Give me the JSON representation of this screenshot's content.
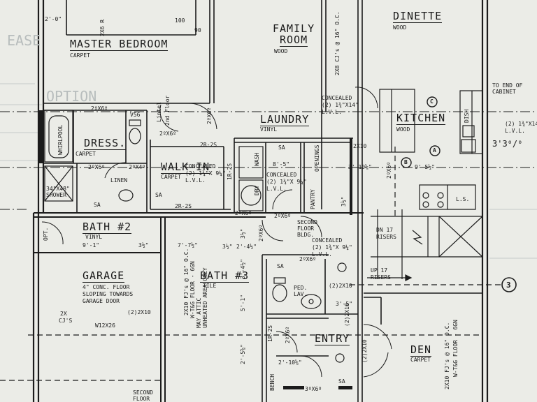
{
  "rooms": {
    "master_bedroom": {
      "name": "MASTER BEDROOM",
      "floor": "CARPET"
    },
    "family_room": {
      "name_line1": "FAMILY",
      "name_line2": "ROOM",
      "floor": "WOOD"
    },
    "dinette": {
      "name": "DINETTE",
      "floor": "WOOD"
    },
    "kitchen": {
      "name": "KITCHEN",
      "floor": "WOOD"
    },
    "laundry": {
      "name": "LAUNDRY",
      "floor": "VINYL"
    },
    "dress": {
      "name": "DRESS.",
      "floor": "CARPET"
    },
    "walk_in": {
      "name": "WALK-IN",
      "floor": "CARPET"
    },
    "bath2": {
      "name": "BATH",
      "number": "#2",
      "floor": "VINYL"
    },
    "bath3": {
      "name": "BATH",
      "number": "#3",
      "floor": "TILE"
    },
    "garage": {
      "name": "GARAGE",
      "line1": "4\" CONC. FLOOR",
      "line2": "SLOPING TOWARDS",
      "line3": "GARAGE DOOR"
    },
    "entry": {
      "name": "ENTRY"
    },
    "den": {
      "name": "DEN",
      "floor": "CARPET"
    }
  },
  "notes": {
    "concealed_walkin": [
      "CONCEALED",
      "(2) 1¾\"X 9¼\"",
      "L.V.L."
    ],
    "concealed_laundry": [
      "CONCEALED",
      "(2) 1¾\"X 9¼\"",
      "L.V.L."
    ],
    "concealed_family": [
      "CONCEALED",
      "(2) 1¾\"X14\"",
      "L.V.L."
    ],
    "concealed_stair": [
      "CONCEALED",
      "(2) 1¾\"X 9¼\"",
      "L.V.L."
    ],
    "concealed_kitchen": [
      "(2) 1¾\"X14\"",
      "L.V.L."
    ],
    "second_floor_bldg": [
      "SECOND",
      "FLOOR",
      "BLDG."
    ],
    "second_floor_bottom": [
      "SECOND",
      "FLOOR"
    ],
    "to_end_of_cabinet": [
      "TO END OF",
      "CABINET"
    ],
    "joists_family": "2X8 CJ's @ 16\" O.C.",
    "joists_master": "2X6 R",
    "joists_garage": "2X10 FJ's @ 16\" O.C.",
    "joists_den": "2X10 FJ's @ 16\" O.C.",
    "den_floor_note": "W-T&G FLOOR - 6GN",
    "garage_floor_note": "W-T&G FLOOR - 6GN",
    "attic_note": "MAY ATTIC",
    "unheated_note": "UNHEATED AREA ONLY",
    "beam_w12": "W12X26",
    "header_2x10_a": "(2)2X10",
    "header_2x10_b": "(2)2X10",
    "header_2x10_c": "(2)2X10",
    "header_2x6": "2X6",
    "lintel": "Lintel",
    "second_floor_vert": "2nd Floor",
    "fixture_whirlpool": "WHIRLPOOL",
    "fixture_shower": "34\"X48\" SHOWER",
    "fixture_linen": "LINEN",
    "fixture_dish": "DISH",
    "fixture_wash": "WASH",
    "fixture_dry": "DRY",
    "fixture_pantry": "PANTRY",
    "fixture_openings": "OPENINGS",
    "fixture_ped_lav": "PED. LAV.",
    "fixture_bench": "BENCH",
    "fixture_ls": "L.S.",
    "fixture_sa_1": "SA",
    "fixture_sa_2": "SA",
    "fixture_sa_3": "SA",
    "fixture_sa_4": "SA",
    "fixture_sa_5": "SA",
    "fixture_v56": "V56",
    "stairs_dn": "DN 17",
    "stairs_dn_risers": "RISERS",
    "stairs_up": "UP 17",
    "stairs_up_risers": "RISERS",
    "roof_2x": "2X",
    "roof_cj": "CJ'S",
    "opt": "OPT."
  },
  "dimensions": {
    "d2_0": "2'-0\"",
    "d2x6_a": "2ºX6º",
    "d2x6_b": "2ºX6º",
    "d2x6_c": "2ºX6º",
    "d2x6_d": "2ºX6º",
    "d2x6_e": "2ºX6º",
    "d2x6_f": "2ºX6º",
    "d2x6_g": "2ºX6º",
    "d2x6_h": "2ºX6º",
    "d2x6_i": "2ºX6º",
    "d2x6_j": "2ºX6º",
    "d2_4": "2ºX4º",
    "d2r2s_a": "2R-2S",
    "d2r2s_b": "2R-2S",
    "d1r2s_a": "1R-2S",
    "d1r2s_b": "1R-2S",
    "d9_1": "9'-1\"",
    "d3_half_a": "3½\"",
    "d7_7": "7'-7½\"",
    "d3_half_b": "3½\"",
    "d2_4_half": "2'-4½\"",
    "d3_half_c": "3½\"",
    "d8_5": "8'-5\"",
    "d9_5_half": "9'-5½\"",
    "d3_10": "3'-10⅝\"",
    "d3_5": "3'-5\"",
    "d3_3_0": "3'3⁰/⁰",
    "d3_half_d": "3½\"",
    "d3_4_half": "3'-4½\"",
    "d5_1": "5'-1\"",
    "d2_5": "2'-5⅝\"",
    "d100": "100",
    "d90": "90",
    "d2x10_entry": "(2)2X10",
    "d3x6": "3ºX6º",
    "d2_10": "2'-10⅝\"",
    "d2x1a": "2X10"
  },
  "markers": {
    "grid_3": "3",
    "a": "A",
    "b": "B",
    "c": "C"
  },
  "faint": {
    "f1": "OPTION",
    "f2": "EASE"
  },
  "colors": {
    "paper": "#ebece7",
    "ink": "#1b1b1b",
    "faint_ink": "#b8bdbd"
  }
}
